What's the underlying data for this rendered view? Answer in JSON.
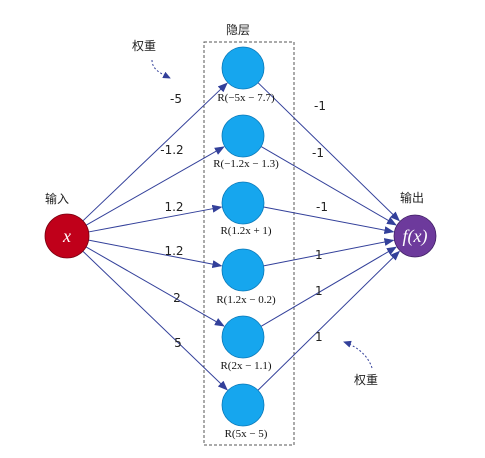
{
  "diagram": {
    "hidden_layer_title": "隐层",
    "input_title": "输入",
    "output_title": "输出",
    "weight_annotation_top": "权重",
    "weight_annotation_bottom": "权重",
    "input_node_label": "x",
    "output_node_label": "f(x)",
    "colors": {
      "input_node": "#c0001a",
      "hidden_node": "#16a6ee",
      "output_node": "#6d3a9c",
      "edge": "#33409a",
      "box": "#555555"
    },
    "hidden_nodes": [
      {
        "label": "R(−5x − 7.7)",
        "in_weight": "-5",
        "out_weight": "-1"
      },
      {
        "label": "R(−1.2x − 1.3)",
        "in_weight": "-1.2",
        "out_weight": "-1"
      },
      {
        "label": "R(1.2x + 1)",
        "in_weight": "1.2",
        "out_weight": "-1"
      },
      {
        "label": "R(1.2x − 0.2)",
        "in_weight": "1.2",
        "out_weight": "1"
      },
      {
        "label": "R(2x − 1.1)",
        "in_weight": "2",
        "out_weight": "1"
      },
      {
        "label": "R(5x − 5)",
        "in_weight": "5",
        "out_weight": "1"
      }
    ]
  }
}
